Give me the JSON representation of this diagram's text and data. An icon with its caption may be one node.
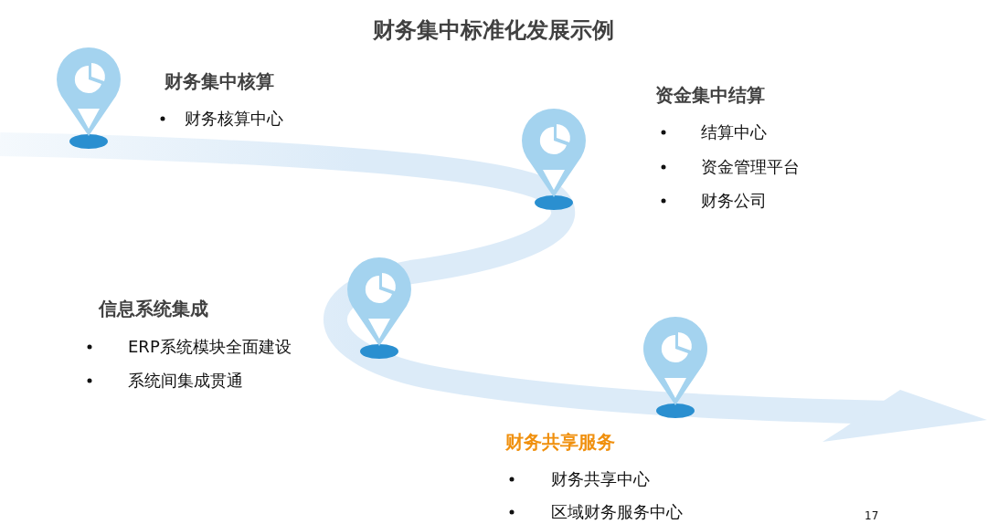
{
  "diagram": {
    "title": "财务集中标准化发展示例",
    "labels": [
      "财务集中核算",
      "财务核算中心",
      "资金集中结算",
      "结算中心",
      "资金管理平台",
      "财务公司",
      "信息系统集成",
      "ERP系统模块全面建设",
      "系统间集成贯通",
      "财务共享服务",
      "财务共享中心",
      "区域财务服务中心",
      "17"
    ]
  }
}
